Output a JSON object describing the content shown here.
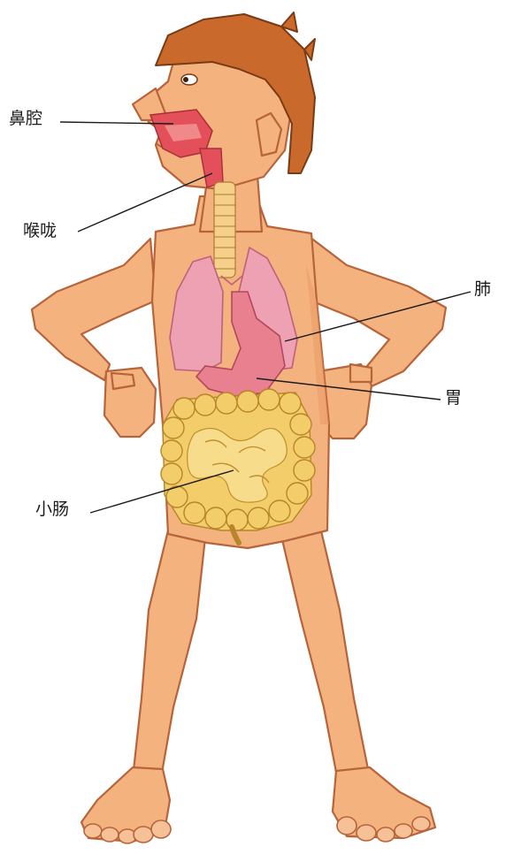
{
  "labels": {
    "nasal_cavity": "鼻腔",
    "throat": "喉咙",
    "lung": "肺",
    "stomach": "胃",
    "small_intestine": "小肠"
  },
  "colors": {
    "skin": "#f3b27e",
    "skin_outline": "#b8643a",
    "hair": "#c96a2c",
    "lung": "#eea1b3",
    "stomach": "#e88090",
    "intestine": "#f2cd6a",
    "leader_line": "#1c1c1c"
  }
}
